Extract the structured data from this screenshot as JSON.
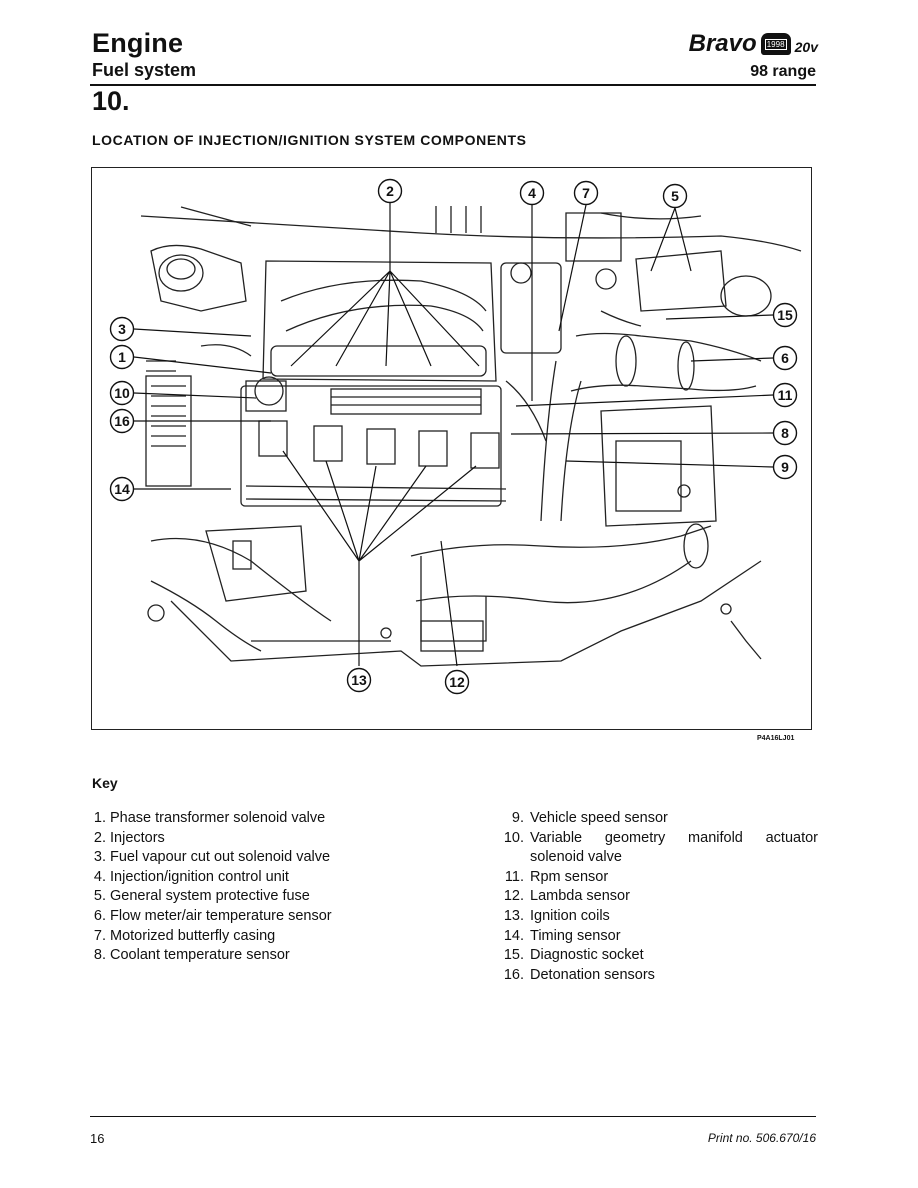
{
  "header": {
    "section": "Engine",
    "subsection": "Fuel system",
    "model": "Bravo",
    "badge_year": "1998",
    "engine_variant": "20v",
    "range": "98 range"
  },
  "section_number": "10.",
  "section_title": "LOCATION OF INJECTION/IGNITION SYSTEM COMPONENTS",
  "figure": {
    "callouts": [
      "2",
      "4",
      "7",
      "5",
      "3",
      "15",
      "1",
      "6",
      "10",
      "11",
      "16",
      "8",
      "9",
      "14",
      "13",
      "12"
    ],
    "code": "P4A16LJ01"
  },
  "key": {
    "title": "Key",
    "left": [
      {
        "n": "1.",
        "text": "Phase transformer solenoid valve"
      },
      {
        "n": "2.",
        "text": "Injectors"
      },
      {
        "n": "3.",
        "text": "Fuel vapour cut out solenoid valve"
      },
      {
        "n": "4.",
        "text": "Injection/ignition control unit"
      },
      {
        "n": "5.",
        "text": "General system protective fuse"
      },
      {
        "n": "6.",
        "text": "Flow meter/air temperature sensor"
      },
      {
        "n": "7.",
        "text": "Motorized butterfly casing"
      },
      {
        "n": "8.",
        "text": "Coolant temperature sensor"
      }
    ],
    "right": [
      {
        "n": "9.",
        "text": "Vehicle speed sensor"
      },
      {
        "n": "10.",
        "text": "Variable geometry manifold actuator",
        "cont": "solenoid valve"
      },
      {
        "n": "11.",
        "text": "Rpm sensor"
      },
      {
        "n": "12.",
        "text": "Lambda sensor"
      },
      {
        "n": "13.",
        "text": "Ignition coils"
      },
      {
        "n": "14.",
        "text": "Timing sensor"
      },
      {
        "n": "15.",
        "text": "Diagnostic socket"
      },
      {
        "n": "16.",
        "text": "Detonation sensors"
      }
    ]
  },
  "footer": {
    "page": "16",
    "print": "Print no. 506.670/16"
  }
}
